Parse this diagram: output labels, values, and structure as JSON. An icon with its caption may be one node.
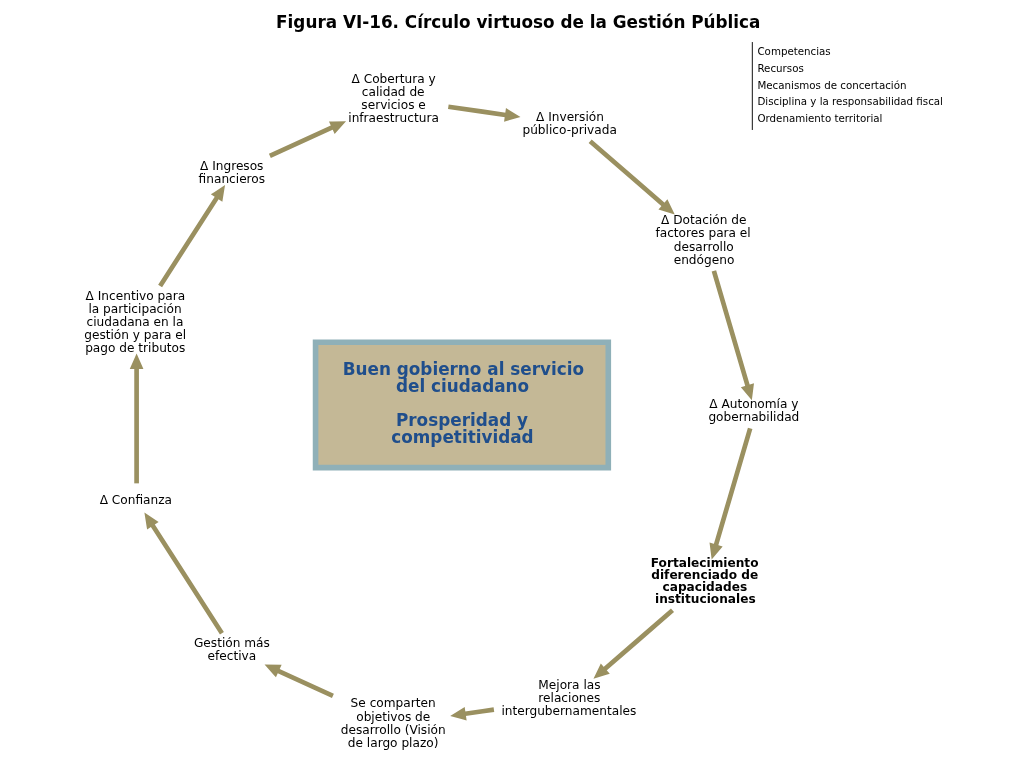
{
  "diagram": {
    "title": "Figura VI-16. Círculo virtuoso de la Gestión Pública",
    "nodes": [
      {
        "text": [
          "Fortalecimiento diferenciado de capacidades institucionales"
        ]
      },
      {
        "text": [
          "Mejora las relaciones intergubernamentales"
        ]
      },
      {
        "text": [
          "Se comparten objetivos de desarrollo (Visión de largo plazo)"
        ]
      },
      {
        "text": [
          "Gestión más efectiva"
        ]
      },
      {
        "text": [
          "Δ Confianza"
        ]
      },
      {
        "text": [
          "Δ Incentivo para la participación ciudadana en la gestión y para el pago de tributos"
        ]
      },
      {
        "text": [
          "Δ Ingresos financieros"
        ]
      },
      {
        "text": [
          "Δ Cobertura y calidad de servicios e infraestructura"
        ]
      },
      {
        "text": [
          "Δ Inversión público-privada"
        ]
      },
      {
        "text": [
          "Δ Dotación de factores para el desarrollo endógeno"
        ]
      },
      {
        "text": [
          "Δ Autonomía y gobernabilidad"
        ]
      },
      {
        "text": [
          "Buen gobierno al servicio del ciudadano",
          "Prosperidad y competitividad"
        ]
      }
    ],
    "edges": [
      {
        "from": 0,
        "to": 1,
        "arrow": "to"
      },
      {
        "from": 1,
        "to": 2,
        "arrow": "to"
      },
      {
        "from": 2,
        "to": 3,
        "arrow": "to"
      },
      {
        "from": 3,
        "to": 4,
        "arrow": "to"
      },
      {
        "from": 4,
        "to": 5,
        "arrow": "to"
      },
      {
        "from": 5,
        "to": 6,
        "arrow": "to"
      },
      {
        "from": 6,
        "to": 7,
        "arrow": "to"
      },
      {
        "from": 7,
        "to": 8,
        "arrow": "to"
      },
      {
        "from": 8,
        "to": 9,
        "arrow": "to"
      },
      {
        "from": 9,
        "to": 10,
        "arrow": "to"
      },
      {
        "from": 10,
        "to": 0,
        "arrow": "to"
      }
    ],
    "labels": [
      "Competencias",
      "Recursos",
      "Mecanismos de concertación",
      "Disciplina y la responsabilidad fiscal",
      "Ordenamiento territorial"
    ]
  }
}
